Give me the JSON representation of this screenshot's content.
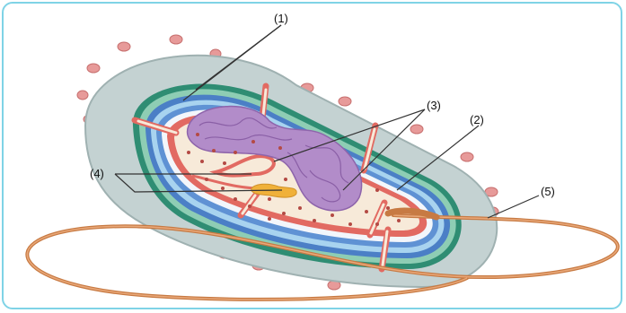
{
  "diagram": {
    "labels": [
      {
        "id": "label-1",
        "text": "(1)"
      },
      {
        "id": "label-2",
        "text": "(2)"
      },
      {
        "id": "label-3",
        "text": "(3)"
      },
      {
        "id": "label-4",
        "text": "(4)"
      },
      {
        "id": "label-5",
        "text": "(5)"
      }
    ]
  },
  "colors": {
    "outer_capsule": "#b9c9c9",
    "pili": "#e79a99",
    "green_layer": "#2f8d73",
    "blue_layer": "#4b7fc6",
    "light_blue_layer": "#a8d3ef",
    "membrane": "#e26a62",
    "cytoplasm": "#f7ead9",
    "nucleoid": "#b28cc9",
    "flagellum": "#c77a43",
    "plasmid": "#f0b13a",
    "frame_border": "#7fd3e6"
  }
}
